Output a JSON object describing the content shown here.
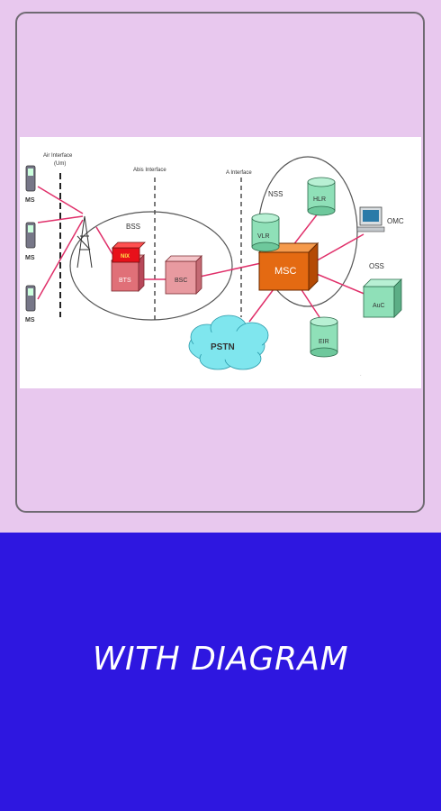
{
  "diagram": {
    "labels": {
      "air_interface": "Air Interface",
      "um": "(Um)",
      "abis_interface": "Abis Interface",
      "a_interface": "A Interface",
      "ms1": "MS",
      "ms2": "MS",
      "ms3": "MS",
      "bss": "BSS",
      "nss": "NSS",
      "oss": "OSS",
      "bts": "BTS",
      "nix": "NIX",
      "bsc": "BSC",
      "msc": "MSC",
      "vlr": "VLR",
      "hlr": "HLR",
      "omc": "OMC",
      "auc": "AuC",
      "eir": "EIR",
      "pstn": "PSTN"
    },
    "colors": {
      "link": "#e0306a",
      "cylinder": "#8fe0b8",
      "msc": "#e46a12",
      "bsc": "#e89aa0",
      "bts": "#e07078",
      "nix": "#e8101a",
      "cloud": "#7fe6ee"
    }
  },
  "banner": {
    "title": "WITH DIAGRAM",
    "background": "#2e17e0"
  }
}
